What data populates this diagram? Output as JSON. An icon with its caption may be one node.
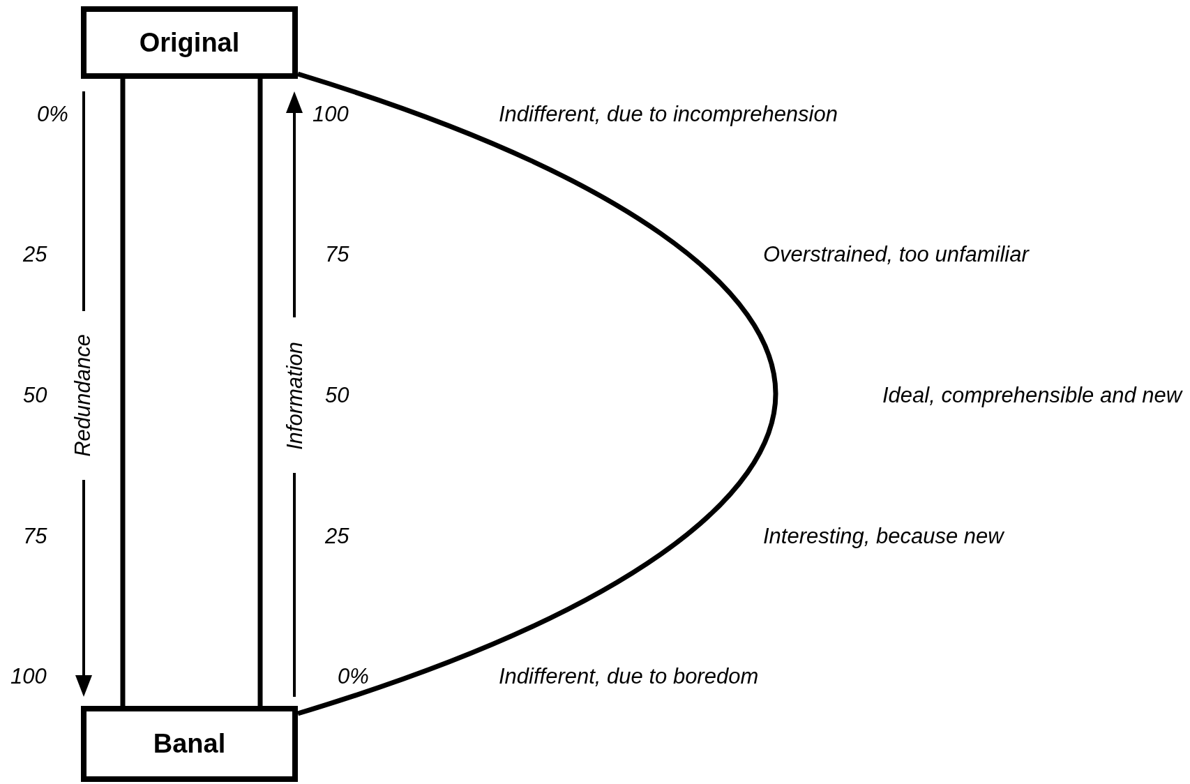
{
  "diagram": {
    "nodes": [
      {
        "text": [
          "Original"
        ]
      },
      {
        "text": [
          "Banal"
        ]
      }
    ],
    "edges": [
      {
        "from": 0,
        "to": 1,
        "arrow": "none"
      },
      {
        "from": 0,
        "to": 1,
        "arrow": "none"
      },
      {
        "from": 0,
        "to": 1,
        "arrow": "none"
      }
    ],
    "labels": [
      "0%",
      "100",
      "Indifferent, due to incomprehension",
      "25",
      "75",
      "Overstrained, too unfamiliar",
      "Redundance",
      "Information",
      "50",
      "50",
      "Ideal, comprehensible and new",
      "75",
      "25",
      "Interesting, because new",
      "100",
      "0%",
      "Indifferent, due to boredom"
    ]
  }
}
